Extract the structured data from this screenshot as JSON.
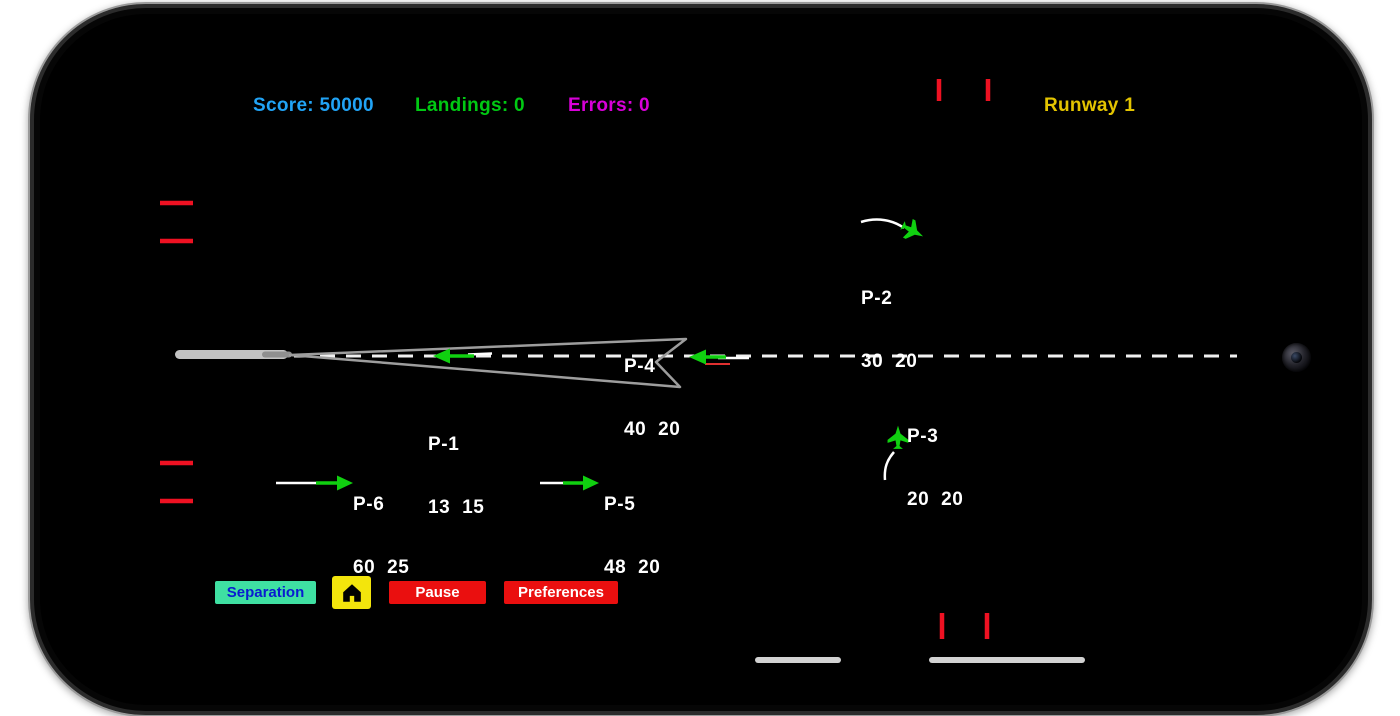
{
  "hud": {
    "score": "Score: 50000",
    "landings": "Landings: 0",
    "errors": "Errors: 0",
    "runway": "Runway 1",
    "colors": {
      "score": "#21a3f5",
      "landings": "#00c913",
      "errors": "#d800d8",
      "runway": "#e3c400"
    }
  },
  "planes": [
    {
      "callsign": "P-1",
      "values": "13  15",
      "heading": "west, on final approach toward runway"
    },
    {
      "callsign": "P-2",
      "values": "30  20",
      "heading": "turning southeast, upper right"
    },
    {
      "callsign": "P-3",
      "values": "20  20",
      "heading": "turning north, right of center"
    },
    {
      "callsign": "P-4",
      "values": "40  20",
      "heading": "west, lined up behind P-1 on centerline"
    },
    {
      "callsign": "P-5",
      "values": "48  20",
      "heading": "east, lower center"
    },
    {
      "callsign": "P-6",
      "values": "60  25",
      "heading": "east, lower left"
    }
  ],
  "buttons": {
    "separation": "Separation",
    "pause": "Pause",
    "preferences": "Preferences",
    "home_icon": "home-icon"
  },
  "scene": {
    "runway_label": "Runway 1",
    "centerline": "dashed white extended runway centerline",
    "boundary_marker_color": "#ee1122",
    "aircraft_color": "#10d010",
    "trail_color": "#ffffff"
  }
}
